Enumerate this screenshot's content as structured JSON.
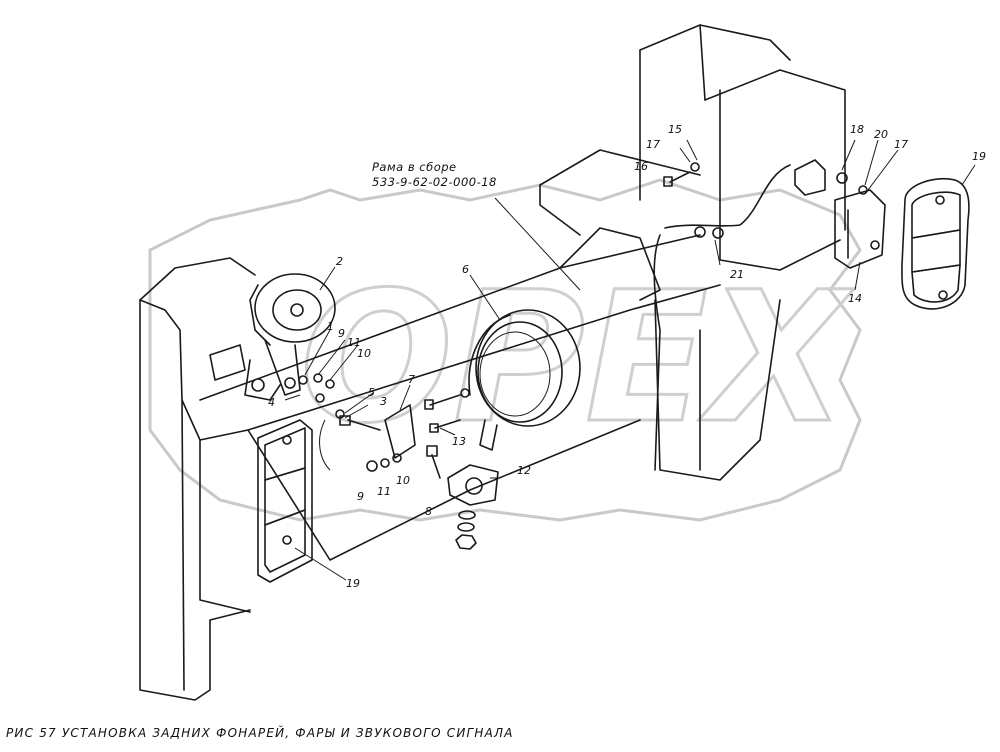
{
  "caption": "РИС 57 УСТАНОВКА ЗАДНИХ ФОНАРЕЙ, ФАРЫ И ЗВУКОВОГО СИГНАЛА",
  "frame_note": {
    "line1": "Рама в сборе",
    "line2": "533-9-62-02-000-18"
  },
  "watermark": "OPEX",
  "callouts": {
    "c1": "1",
    "c2": "2",
    "c3": "3",
    "c4": "4",
    "c5": "5",
    "c6": "6",
    "c7": "7",
    "c8": "8",
    "c9a": "9",
    "c9b": "9",
    "c10a": "10",
    "c10b": "10",
    "c11a": "11",
    "c11b": "11",
    "c12": "12",
    "c13": "13",
    "c14": "14",
    "c15": "15",
    "c16": "16",
    "c17a": "17",
    "c17b": "17",
    "c18": "18",
    "c19a": "19",
    "c19b": "19",
    "c20": "20",
    "c21": "21"
  }
}
